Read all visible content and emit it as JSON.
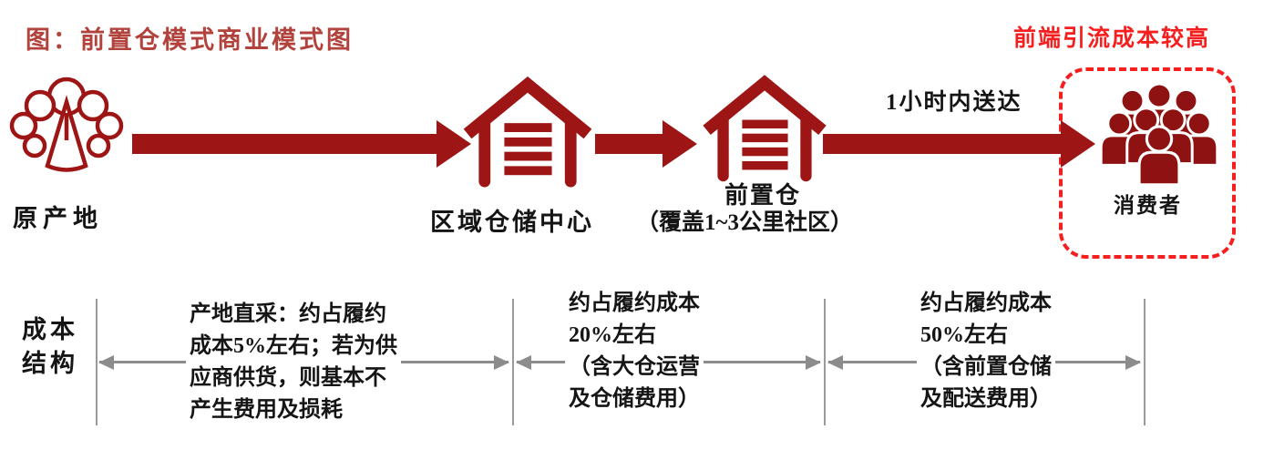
{
  "title": "图：前置仓模式商业模式图",
  "annotation": "前端引流成本较高",
  "flow": {
    "origin_label": "原产地",
    "regional_warehouse_label": "区域仓储中心",
    "front_warehouse_label": "前置仓",
    "front_warehouse_sublabel": "（覆盖1~3公里社区）",
    "delivery_time_label": "1小时内送达",
    "consumer_label": "消费者"
  },
  "cost_structure": {
    "header": "成本\n结构",
    "segments": [
      {
        "text": "产地直采：约占履约\n成本5%左右；若为供\n应商供货，则基本不\n产生费用及损耗"
      },
      {
        "text": "约占履约成本\n20%左右\n（含大仓运营\n及仓储费用）"
      },
      {
        "text": "约占履约成本\n50%左右\n（含前置仓储\n及配送费用）"
      }
    ]
  },
  "icons": {
    "origin": "broccoli-icon",
    "regional_warehouse": "warehouse-icon",
    "front_warehouse": "warehouse-icon",
    "consumer": "crowd-icon"
  },
  "colors": {
    "dark_red": "#9E1515",
    "crowd_red": "#8E1212",
    "title_red": "#B2423C",
    "bright_red": "#F61F1F",
    "arrow_gray": "#8C8C8C",
    "text_black": "#151515"
  }
}
